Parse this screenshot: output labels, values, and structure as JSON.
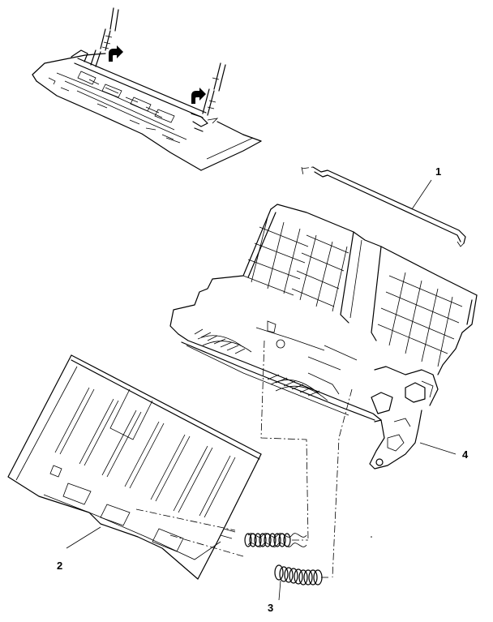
{
  "callouts": {
    "part_1": "1",
    "part_2": "2",
    "part_3": "3",
    "part_4": "4"
  },
  "colors": {
    "ink": "#000000",
    "paper": "#ffffff"
  },
  "icons": [
    "rotate-arrow-icon",
    "rotate-arrow-icon"
  ]
}
